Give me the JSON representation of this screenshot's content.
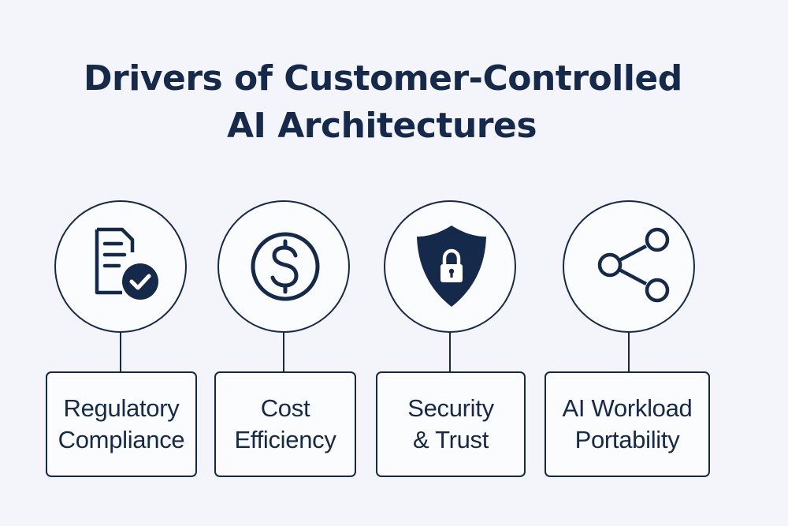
{
  "title": {
    "line1": "Drivers of Customer-Controlled",
    "line2": "AI Architectures"
  },
  "colors": {
    "background": "#f3f5fa",
    "ink": "#15294b",
    "panel": "#fbfcfe"
  },
  "drivers": [
    {
      "icon": "document-check-icon",
      "label": "Regulatory\nCompliance"
    },
    {
      "icon": "dollar-circle-icon",
      "label": "Cost\nEfficiency"
    },
    {
      "icon": "shield-lock-icon",
      "label": "Security\n& Trust"
    },
    {
      "icon": "share-nodes-icon",
      "label": "AI Workload\nPortability"
    }
  ]
}
